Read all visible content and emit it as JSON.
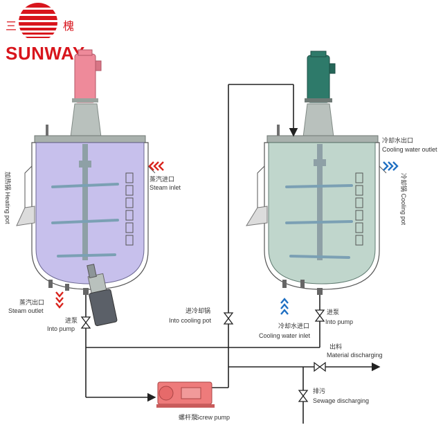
{
  "brand": {
    "logo_char_left": "三",
    "logo_char_right": "槐",
    "name": "SUNWAY",
    "color": "#d8151c"
  },
  "heating_pot": {
    "side_label": "加热锅 Heating pot",
    "steam_inlet_cn": "蒸汽进口",
    "steam_inlet_en": "Steam inlet",
    "steam_outlet_cn": "蒸汽出口",
    "steam_outlet_en": "Steam outlet",
    "into_pump_cn": "进泵",
    "into_pump_en": "Into pump",
    "body_color": "#c7c0ec",
    "motor_color": "#ee8a9a"
  },
  "cooling_pot": {
    "side_label": "冷却锅 Cooling pot",
    "water_outlet_cn": "冷却水出口",
    "water_outlet_en": "Cooling water outlet",
    "water_inlet_cn": "冷却水进口",
    "water_inlet_en": "Cooling water inlet",
    "into_pump_cn": "进泵",
    "into_pump_en": "Into pump",
    "body_color": "#c0d6cc",
    "motor_color": "#2e7a6a"
  },
  "piping": {
    "into_cooling_cn": "进冷却锅",
    "into_cooling_en": "Into cooling pot",
    "material_cn": "出料",
    "material_en": "Material discharging",
    "sewage_cn": "排污",
    "sewage_en": "Sewage discharging",
    "pump_cn": "螺杆泵",
    "pump_en": "Screw pump",
    "pump_color": "#ee7b7b"
  },
  "colors": {
    "steam_arrows": "#d9231c",
    "water_arrows": "#1f6fc2",
    "pipe": "#222222"
  }
}
